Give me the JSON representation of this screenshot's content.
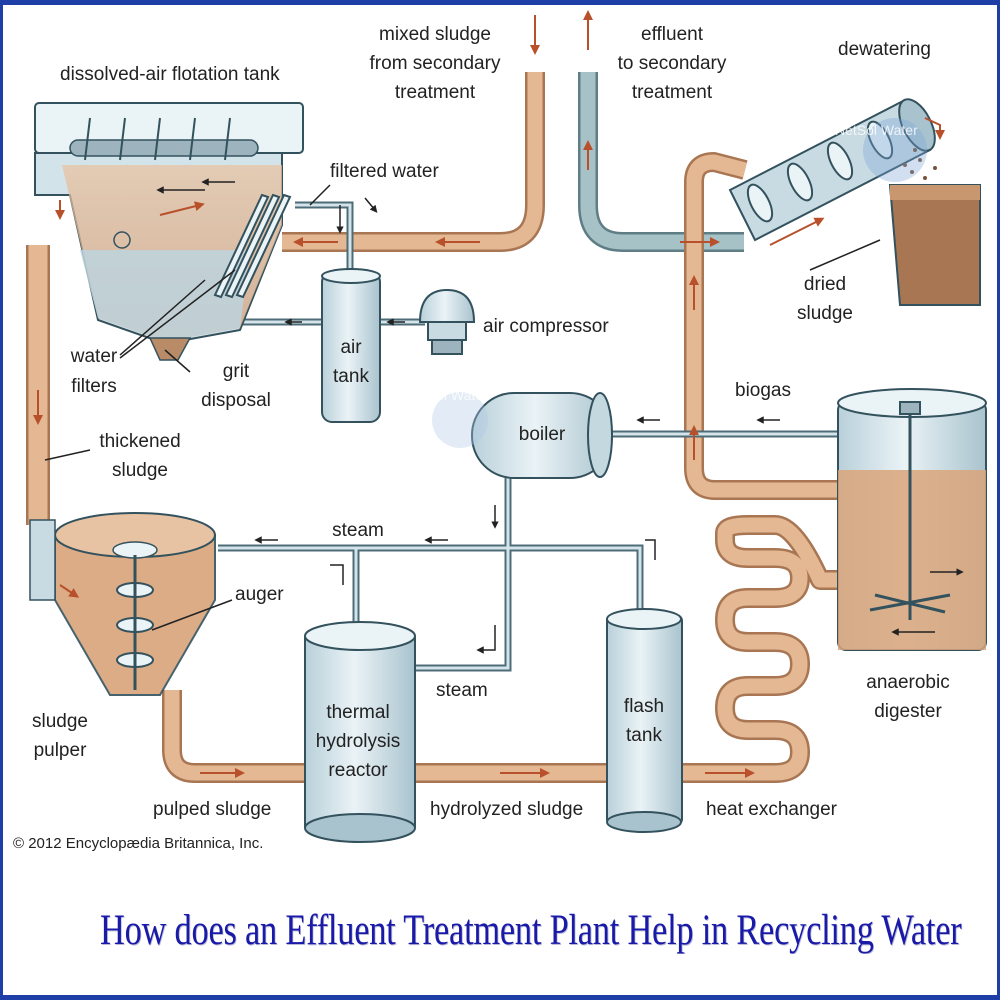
{
  "colors": {
    "frame": "#1f3fa8",
    "pipe_sludge": "#d9a47a",
    "pipe_edge": "#a97653",
    "pipe_water": "#9fb9c4",
    "tank_fill": "#d3e3ea",
    "tank_edge": "#33525e",
    "arrow": "#b8502c",
    "title": "#1a1aa8"
  },
  "labels": {
    "daf_tank": "dissolved-air flotation tank",
    "mixed_sludge": [
      "mixed sludge",
      "from secondary",
      "treatment"
    ],
    "effluent": [
      "effluent",
      "to secondary",
      "treatment"
    ],
    "dewatering": "dewatering",
    "filtered_water": "filtered water",
    "dried_sludge": [
      "dried",
      "sludge"
    ],
    "air_compressor": "air compressor",
    "air_tank": [
      "air",
      "tank"
    ],
    "water_filters": [
      "water",
      "filters"
    ],
    "grit_disposal": [
      "grit",
      "disposal"
    ],
    "biogas": "biogas",
    "boiler": "boiler",
    "thickened_sludge": [
      "thickened",
      "sludge"
    ],
    "steam_top": "steam",
    "auger": "auger",
    "steam_lower": "steam",
    "thermal_hydrolysis_reactor": [
      "thermal",
      "hydrolysis",
      "reactor"
    ],
    "flash_tank": [
      "flash",
      "tank"
    ],
    "anaerobic_digester": [
      "anaerobic",
      "digester"
    ],
    "sludge_pulper": [
      "sludge",
      "pulper"
    ],
    "pulped_sludge": "pulped sludge",
    "hydrolyzed_sludge": "hydrolyzed sludge",
    "heat_exchanger": "heat exchanger"
  },
  "copyright": "© 2012 Encyclopædia Britannica, Inc.",
  "watermark": "NetSol Water",
  "heading": "How does an Effluent Treatment Plant Help in Recycling Water"
}
